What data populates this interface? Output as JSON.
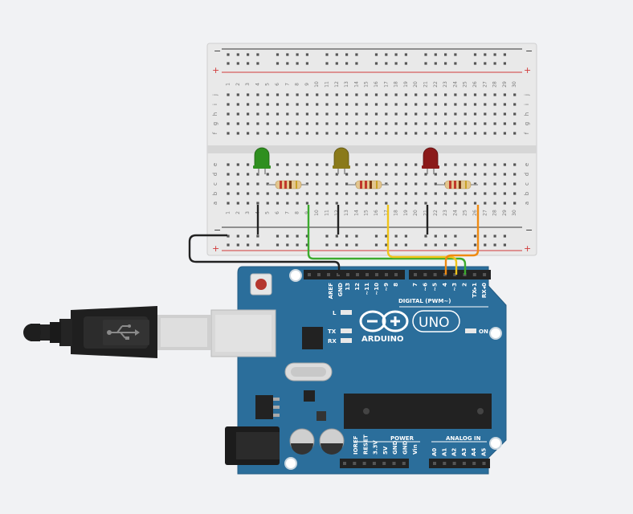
{
  "breadboard": {
    "rail_minus": "−",
    "rail_plus": "+",
    "top_row_letters": [
      "j",
      "i",
      "h",
      "g",
      "f"
    ],
    "bottom_row_letters": [
      "e",
      "d",
      "c",
      "b",
      "a"
    ],
    "column_numbers": [
      "1",
      "2",
      "3",
      "4",
      "5",
      "6",
      "7",
      "8",
      "9",
      "10",
      "11",
      "12",
      "13",
      "14",
      "15",
      "16",
      "17",
      "18",
      "19",
      "20",
      "21",
      "22",
      "23",
      "24",
      "25",
      "26",
      "27",
      "28",
      "29",
      "30"
    ]
  },
  "leds": [
    {
      "color_name": "green",
      "color": "#2f8f1f"
    },
    {
      "color_name": "yellow",
      "color": "#8a7a1a"
    },
    {
      "color_name": "red",
      "color": "#8b1a1a"
    }
  ],
  "arduino": {
    "brand": "ARDUINO",
    "model": "UNO",
    "digital_label": "DIGITAL (PWM~)",
    "power_label": "POWER",
    "analog_label": "ANALOG IN",
    "led_l": "L",
    "led_tx": "TX",
    "led_rx": "RX",
    "led_on": "ON",
    "digital_pins": [
      "AREF",
      "GND",
      "13",
      "12",
      "~11",
      "~10",
      "~9",
      "8",
      "7",
      "~6",
      "~5",
      "4",
      "~3",
      "2",
      "TX▸1",
      "RX◂0"
    ],
    "power_pins": [
      "IOREF",
      "RESET",
      "3.3V",
      "5V",
      "GND",
      "GND",
      "Vin"
    ],
    "analog_pins": [
      "A0",
      "A1",
      "A2",
      "A3",
      "A4",
      "A5"
    ]
  },
  "colors": {
    "board_blue": "#2b6e9b",
    "wire_green": "#3cab2e",
    "wire_yellow": "#f0c419",
    "wire_orange": "#ef8a12",
    "wire_black": "#222222"
  },
  "icons": [
    "usb-icon",
    "infinity-logo-icon"
  ]
}
